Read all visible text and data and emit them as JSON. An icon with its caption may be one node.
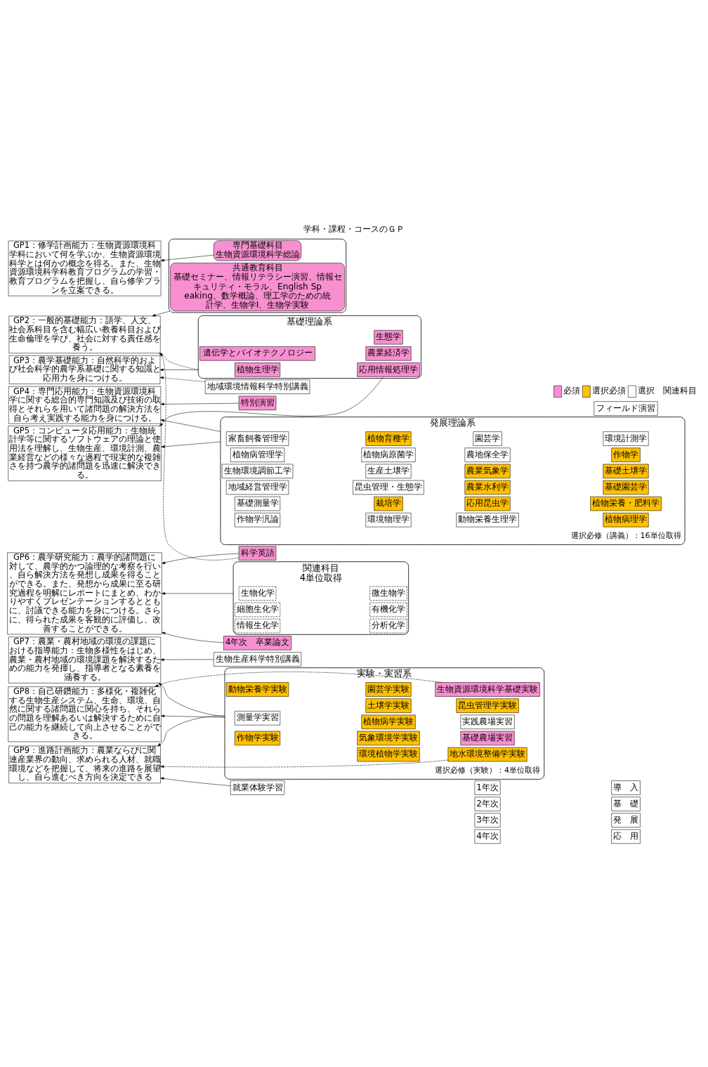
{
  "diagram": {
    "title": "学科・課程・コースのＧＰ",
    "nodes": [
      {
        "text": [
          "4年次"
        ]
      },
      {
        "text": [
          "3年次"
        ]
      },
      {
        "text": [
          "2年次"
        ]
      },
      {
        "text": [
          "1年次"
        ]
      },
      {
        "text": [
          "応　用"
        ]
      },
      {
        "text": [
          "発　展"
        ]
      },
      {
        "text": [
          "基　礎"
        ]
      },
      {
        "text": [
          "導　入"
        ]
      },
      {
        "text": [
          "GP1：修学計画能力：生物資源環境科学科において何を学ぶか、生物資源環境科学とは何かの概念を得る。また、生物資源環境科学科教育プログラムの学習・教育プログラムを把握し、自ら修学プランを立案できる。"
        ]
      },
      {
        "text": [
          "GP2：一般的基礎能力：語学、人文、社会系科目を含む幅広い教養科目および生命倫理を学び、社会に対する責任感を養う。"
        ]
      },
      {
        "text": [
          "GP3：農学基礎能力：自然科学的および社会科学的農学系基礎に関する知識と応用力を身につける。"
        ]
      },
      {
        "text": [
          "GP4：専門応用能力：生物資源環境科学に関する総合的専門知識及び技術の取得とそれらを用いて諸問題の解決方法を自ら考え実践する能力を身につける。"
        ]
      },
      {
        "text": [
          "GP5：コンピュータ応用能力：生物統計学等に関するソフトウェアの理論と使用法を理解し、生物生産、環境計測、農業経営などの様々な過程で現実的な複雑さを持つ農学的諸問題を迅速に解決できる。"
        ]
      },
      {
        "text": [
          "GP6：農学研究能力：農学的諸問題に対して、農学的かつ論理的な考察を行い、自ら解決方法を発想し成果を得ることができる。また、発想から成果に至る研究過程を明解にレポートにまとめ、わかりやすくプレゼンテーションするとともに、討議できる能力を身につける。さらに、得られた成果を客観的に評価し、改善することができる。"
        ]
      },
      {
        "text": [
          "GP7：農業・農村地域の環境の課題における指導能力：生物多様性をはじめ、農業・農村地域の環境課題を解決するための能力を発揮し、指導者となる素養を涵養する。"
        ]
      },
      {
        "text": [
          "GP8：自己研鑽能力：多様化・複雑化する生物生産システム、生命、環境、自然に関する諸問題に関心を持ち、それらの問題を理解あるいは解決するために自己の能力を継続して向上させることができる。"
        ]
      },
      {
        "text": [
          "GP9：進路計画能力：農業ならびに関連産業界の動向、求められる人材、就職環境などを把握して、将来の進路を展望し、自ら進むべき方向を決定できる"
        ]
      },
      {
        "text": [
          "4年次　卒業論文"
        ]
      },
      {
        "text": [
          "特別演習"
        ]
      },
      {
        "text": [
          "科学英語"
        ]
      },
      {
        "text": [
          "フィールド演習"
        ]
      },
      {
        "text": [
          "就業体験学習"
        ]
      },
      {
        "text": [
          "実験・実習系"
        ]
      },
      {
        "text": [
          "測量学実習"
        ],
        "in": 22
      },
      {
        "text": [
          "作物学実験"
        ],
        "in": 22
      },
      {
        "text": [
          "動物栄養学実験"
        ],
        "in": 22
      },
      {
        "text": [
          "土壌学実験"
        ],
        "in": 22
      },
      {
        "text": [
          "環境植物学実験"
        ],
        "in": 22
      },
      {
        "text": [
          "植物病学実験"
        ],
        "in": 22
      },
      {
        "text": [
          "気象環境学実験"
        ],
        "in": 22
      },
      {
        "text": [
          "園芸学実験"
        ],
        "in": 22
      },
      {
        "text": [
          "昆虫管理学実験"
        ],
        "in": 22
      },
      {
        "text": [
          "地水環境整備学実験"
        ],
        "in": 22
      },
      {
        "text": [
          "実践農場実習"
        ],
        "in": 22
      },
      {
        "text": [
          "基礎農場実習"
        ],
        "in": 22
      },
      {
        "text": [
          "生物資源環境科学基礎実験"
        ],
        "in": 22
      },
      {
        "text": [
          "地域環境情報科学特別講義"
        ]
      },
      {
        "text": [
          "生物生産科学特別講義"
        ]
      },
      {
        "text": [
          "発展理論系"
        ]
      },
      {
        "text": [
          "家畜飼養管理学"
        ],
        "in": 38
      },
      {
        "text": [
          "植物病管理学"
        ],
        "in": 38
      },
      {
        "text": [
          "生物環境調節工学"
        ],
        "in": 38
      },
      {
        "text": [
          "地域経営管理学"
        ],
        "in": 38
      },
      {
        "text": [
          "基礎測量学"
        ],
        "in": 38
      },
      {
        "text": [
          "作物学汎論"
        ],
        "in": 38
      },
      {
        "text": [
          "植物育種学"
        ],
        "in": 38
      },
      {
        "text": [
          "植物病原菌学"
        ],
        "in": 38
      },
      {
        "text": [
          "生産土壌学"
        ],
        "in": 38
      },
      {
        "text": [
          "昆虫管理・生態学"
        ],
        "in": 38
      },
      {
        "text": [
          "栽培学"
        ],
        "in": 38
      },
      {
        "text": [
          "環境物理学"
        ],
        "in": 38
      },
      {
        "text": [
          "園芸学"
        ],
        "in": 38
      },
      {
        "text": [
          "農地保全学"
        ],
        "in": 38
      },
      {
        "text": [
          "農業気象学"
        ],
        "in": 38
      },
      {
        "text": [
          "農業水利学"
        ],
        "in": 38
      },
      {
        "text": [
          "応用昆虫学"
        ],
        "in": 38
      },
      {
        "text": [
          "動物栄養生理学"
        ],
        "in": 38
      },
      {
        "text": [
          "環境計測学"
        ],
        "in": 38
      },
      {
        "text": [
          "作物学"
        ],
        "in": 38
      },
      {
        "text": [
          "基礎土壌学"
        ],
        "in": 38
      },
      {
        "text": [
          "基礎園芸学"
        ],
        "in": 38
      },
      {
        "text": [
          "植物栄養・肥料学"
        ],
        "in": 38
      },
      {
        "text": [
          "植物病理学"
        ],
        "in": 38
      },
      {
        "text": [
          "関連科目",
          "4単位取得"
        ]
      },
      {
        "text": [
          "生物化学"
        ],
        "in": 63
      },
      {
        "text": [
          "細胞生化学"
        ],
        "in": 63
      },
      {
        "text": [
          "情報生化学"
        ],
        "in": 63
      },
      {
        "text": [
          "微生物学"
        ],
        "in": 63
      },
      {
        "text": [
          "有機化学"
        ],
        "in": 63
      },
      {
        "text": [
          "分析化学"
        ],
        "in": 63
      },
      {
        "text": [
          "基礎理論系"
        ]
      },
      {
        "text": [
          "植物生理学"
        ],
        "in": 70
      },
      {
        "text": [
          "遺伝学とバイオテクノロジー"
        ],
        "in": 70
      },
      {
        "text": [
          "生態学"
        ],
        "in": 70
      },
      {
        "text": [
          "応用情報処理学"
        ],
        "in": 70
      },
      {
        "text": [
          "農業経済学"
        ],
        "in": 70
      },
      {
        "text": [],
        "shape": "box"
      },
      {
        "text": [
          "共通教育科目",
          "基礎セミナー、情報リテラシー演習、情報セキュリティ・モラル、English Speaking、数学概論、理工学のための統計学、生物学Ⅰ、生物学実験"
        ],
        "in": 76
      },
      {
        "text": [
          "専門基礎科目",
          "生物資源環境科学総論"
        ],
        "in": 76
      }
    ],
    "edges": [
      {
        "from": 78,
        "to": 8,
        "arrow": "to"
      },
      {
        "from": 77,
        "to": 9,
        "arrow": "to"
      },
      {
        "from": 19,
        "to": 9,
        "arrow": "to",
        "style": "dashed"
      },
      {
        "from": 70,
        "to": 9,
        "arrow": "to",
        "style": "dashed"
      },
      {
        "from": 70,
        "to": 10,
        "arrow": "to"
      },
      {
        "from": 36,
        "to": 10,
        "arrow": "to",
        "style": "dashed"
      },
      {
        "from": 18,
        "to": 11,
        "arrow": "to"
      },
      {
        "from": 38,
        "to": 11,
        "arrow": "to"
      },
      {
        "from": 38,
        "to": 12,
        "arrow": "to"
      },
      {
        "from": 74,
        "to": 12,
        "arrow": "to"
      },
      {
        "from": 19,
        "to": 13,
        "arrow": "to"
      },
      {
        "from": 17,
        "to": 13,
        "arrow": "to"
      },
      {
        "from": 63,
        "to": 13,
        "arrow": "to"
      },
      {
        "from": 37,
        "to": 14,
        "arrow": "to"
      },
      {
        "from": 22,
        "to": 14,
        "arrow": "to"
      },
      {
        "from": 22,
        "to": 15,
        "arrow": "to"
      },
      {
        "from": 35,
        "to": 15,
        "arrow": "to",
        "style": "dashed"
      },
      {
        "from": 22,
        "to": 16,
        "arrow": "to"
      },
      {
        "from": 21,
        "to": 16,
        "arrow": "to"
      },
      {
        "from": 32,
        "to": 16,
        "arrow": "to",
        "style": "dashed"
      }
    ],
    "labels": [
      "選択必修（実験）：4単位取得",
      "選択必修（講義）：16単位取得"
    ],
    "legend": [
      {
        "text": "必須",
        "color": "#f78fd0"
      },
      {
        "text": "選択必須",
        "color": "#ffc000"
      },
      {
        "text": "選択",
        "color": "#ffffff"
      },
      {
        "text": "関連科目"
      }
    ]
  }
}
